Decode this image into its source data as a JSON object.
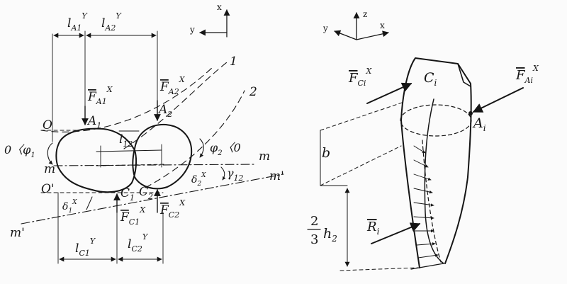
{
  "axes_left": {
    "x": "x",
    "y": "y"
  },
  "axes_right": {
    "z": "z",
    "y": "y",
    "x": "x"
  },
  "left_labels": {
    "lA1Y": "l",
    "lA1Y_sub": "A1",
    "lA1Y_sup": "Y",
    "lA2Y": "l",
    "lA2Y_sub": "A2",
    "lA2Y_sup": "Y",
    "FA1X": "F",
    "FA1X_sub": "A1",
    "FA1X_sup": "X",
    "FA2X": "F",
    "FA2X_sub": "A2",
    "FA2X_sup": "X",
    "A1": "A",
    "A1_sub": "1",
    "A2": "A",
    "A2_sub": "2",
    "O": "O",
    "Oprime": "O'",
    "phi1": "0〈φ",
    "phi1_sub": "1",
    "phi2": "φ",
    "phi2_sub": "2",
    "phi2_rest": "〈0",
    "m": "m",
    "m_right": "m",
    "mprime_right": "m'",
    "mprime_left": "m'",
    "l12": "l",
    "l12_sub": "12",
    "delta1": "δ",
    "delta1_sub": "1",
    "delta1_sup": "X",
    "delta2": "δ",
    "delta2_sub": "2",
    "delta2_sup": "X",
    "gamma12": "γ",
    "gamma12_sub": "12",
    "C1": "C",
    "C1_sub": "1",
    "C2": "C",
    "C2_sub": "2",
    "FC1X": "F",
    "FC1X_sub": "C1",
    "FC1X_sup": "X",
    "FC2X": "F",
    "FC2X_sub": "C2",
    "FC2X_sup": "X",
    "lC1Y": "l",
    "lC1Y_sub": "C1",
    "lC1Y_sup": "Y",
    "lC2Y": "l",
    "lC2Y_sub": "C2",
    "lC2Y_sup": "Y",
    "curve1": "1",
    "curve2": "2"
  },
  "right_labels": {
    "FCiX": "F",
    "FCiX_sub": "Ci",
    "FCiX_sup": "X",
    "Ci": "C",
    "Ci_sub": "i",
    "FAiX": "F",
    "FAiX_sub": "Ai",
    "FAiX_sup": "X",
    "Ai": "A",
    "Ai_sub": "i",
    "b": "b",
    "Ri": "R",
    "Ri_sub": "i",
    "frac_num": "2",
    "frac_den": "3",
    "h2": "h",
    "h2_sub": "2"
  }
}
